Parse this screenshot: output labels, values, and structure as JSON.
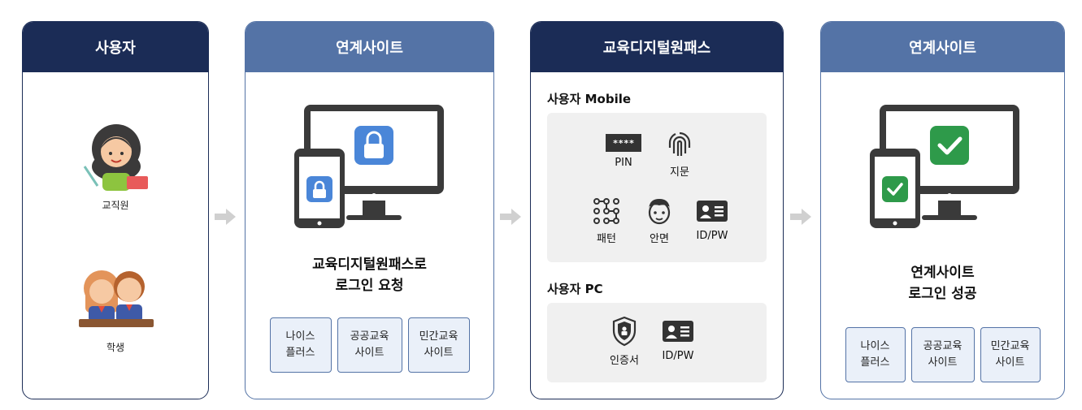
{
  "card1": {
    "title": "사용자",
    "teacher_label": "교직원",
    "student_label": "학생"
  },
  "card2": {
    "title": "연계사이트",
    "caption_line1": "교육디지털원패스로",
    "caption_line2": "로그인 요청",
    "sites": [
      "나이스\n플러스",
      "공공교육\n사이트",
      "민간교육\n사이트"
    ]
  },
  "card3": {
    "title": "교육디지털원패스",
    "mobile_title": "사용자 Mobile",
    "pin_text": "****",
    "mobile_items": [
      "PIN",
      "지문",
      "패턴",
      "안면",
      "ID/PW"
    ],
    "pc_title": "사용자 PC",
    "pc_items": [
      "인증서",
      "ID/PW"
    ]
  },
  "card4": {
    "title": "연계사이트",
    "caption_line1": "연계사이트",
    "caption_line2": "로그인 성공",
    "sites": [
      "나이스\n플러스",
      "공공교육\n사이트",
      "민간교육\n사이트"
    ]
  },
  "colors": {
    "navy": "#1b2c56",
    "steel": "#5473a6",
    "lock_blue": "#4a86d8",
    "check_green": "#2e9a4a"
  }
}
